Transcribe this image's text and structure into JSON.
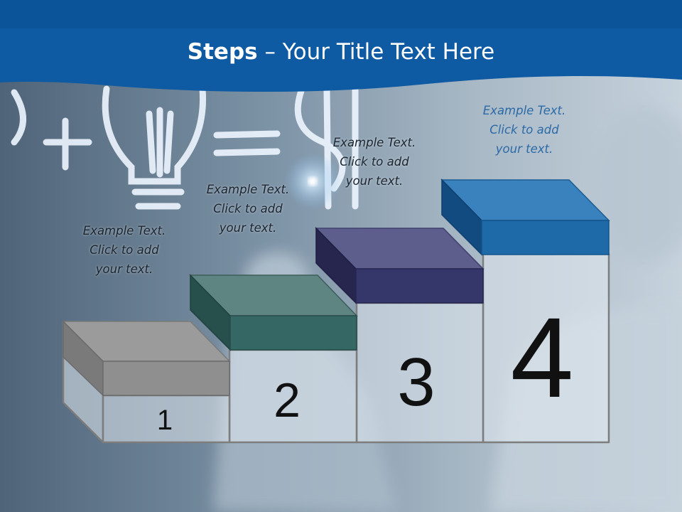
{
  "title": {
    "bold": "Steps",
    "rest": " – Your Title Text Here"
  },
  "steps": [
    {
      "number": "1",
      "caption": [
        "Example Text.",
        "Click  to add",
        "your text."
      ],
      "color": "#8f8f8f"
    },
    {
      "number": "2",
      "caption": [
        "Example Text.",
        "Click  to add",
        "your text."
      ],
      "color": "#2f5f5c"
    },
    {
      "number": "3",
      "caption": [
        "Example Text.",
        "Click  to add",
        "your text."
      ],
      "color": "#353669"
    },
    {
      "number": "4",
      "caption": [
        "Example Text.",
        "Click  to add",
        "your text."
      ],
      "color": "#1e6aa8"
    }
  ],
  "colors": {
    "header": "#0e5aa3",
    "caption_highlight": "#2b6aa6"
  }
}
